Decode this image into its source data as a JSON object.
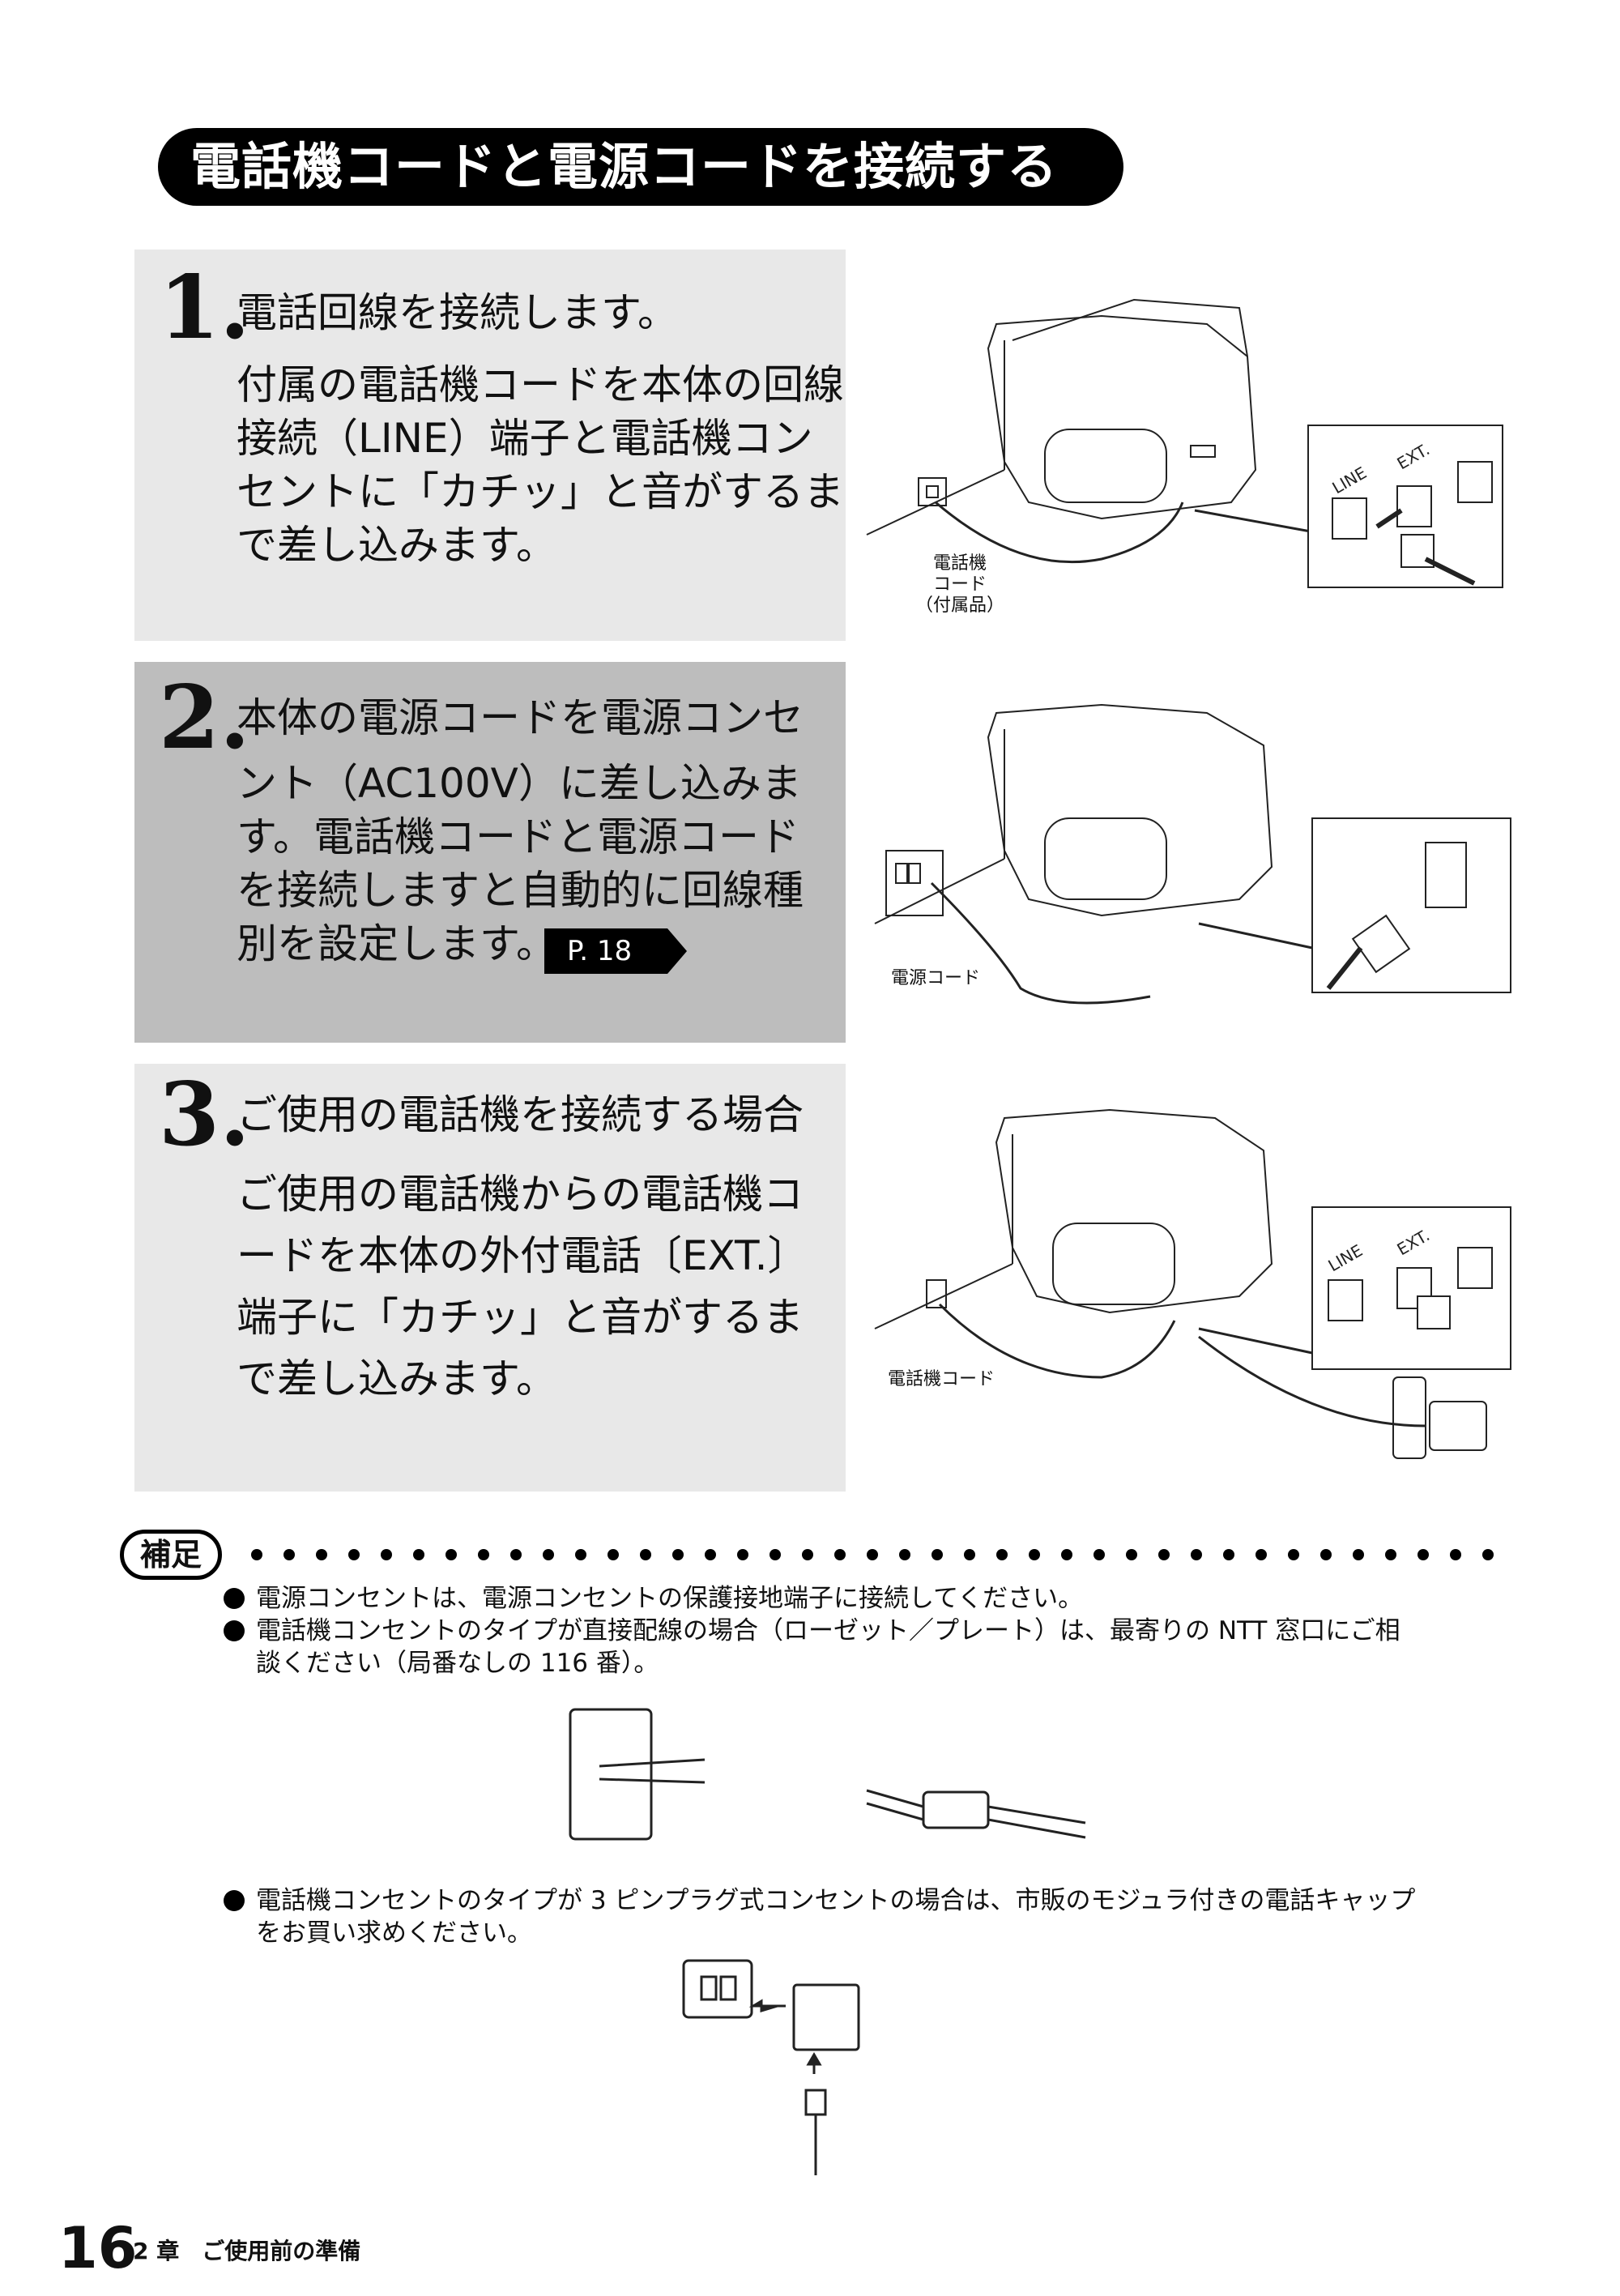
{
  "title": "電話機コードと電源コードを接続する",
  "steps": [
    {
      "number": "1.",
      "heading": "電話回線を接続します。",
      "body": "付属の電話機コードを本体の回線接続（LINE）端子と電話機コンセントに「カチッ」と音がするまで差し込みます。",
      "callout": [
        "電話機",
        "コード",
        "（付属品）"
      ],
      "port_labels": [
        "LINE",
        "EXT."
      ]
    },
    {
      "number": "2.",
      "heading": "本体の電源コードを電源コンセ",
      "body": "ント（AC100V）に差し込みます。電話機コードと電源コードを接続しますと自動的に回線種別を設定します。",
      "page_ref": "P. 18",
      "callout": [
        "電源コード"
      ]
    },
    {
      "number": "3.",
      "heading": "ご使用の電話機を接続する場合",
      "body": "ご使用の電話機からの電話機コードを本体の外付電話〔EXT.〕端子に「カチッ」と音がするまで差し込みます。",
      "callout": [
        "電話機コード"
      ],
      "port_labels": [
        "LINE",
        "EXT."
      ]
    }
  ],
  "supplement": {
    "badge": "補足",
    "notes": [
      "電源コンセントは、電源コンセントの保護接地端子に接続してください。",
      "電話機コンセントのタイプが直接配線の場合（ローゼット／プレート）は、最寄りの NTT 窓口にご相",
      "談ください（局番なしの 116 番）。",
      "電話機コンセントのタイプが 3 ピンプラグ式コンセントの場合は、市販のモジュラ付きの電話キャップ",
      "をお買い求めください。"
    ]
  },
  "footer": {
    "page_number": "16",
    "chapter": "2 章　ご使用前の準備"
  }
}
